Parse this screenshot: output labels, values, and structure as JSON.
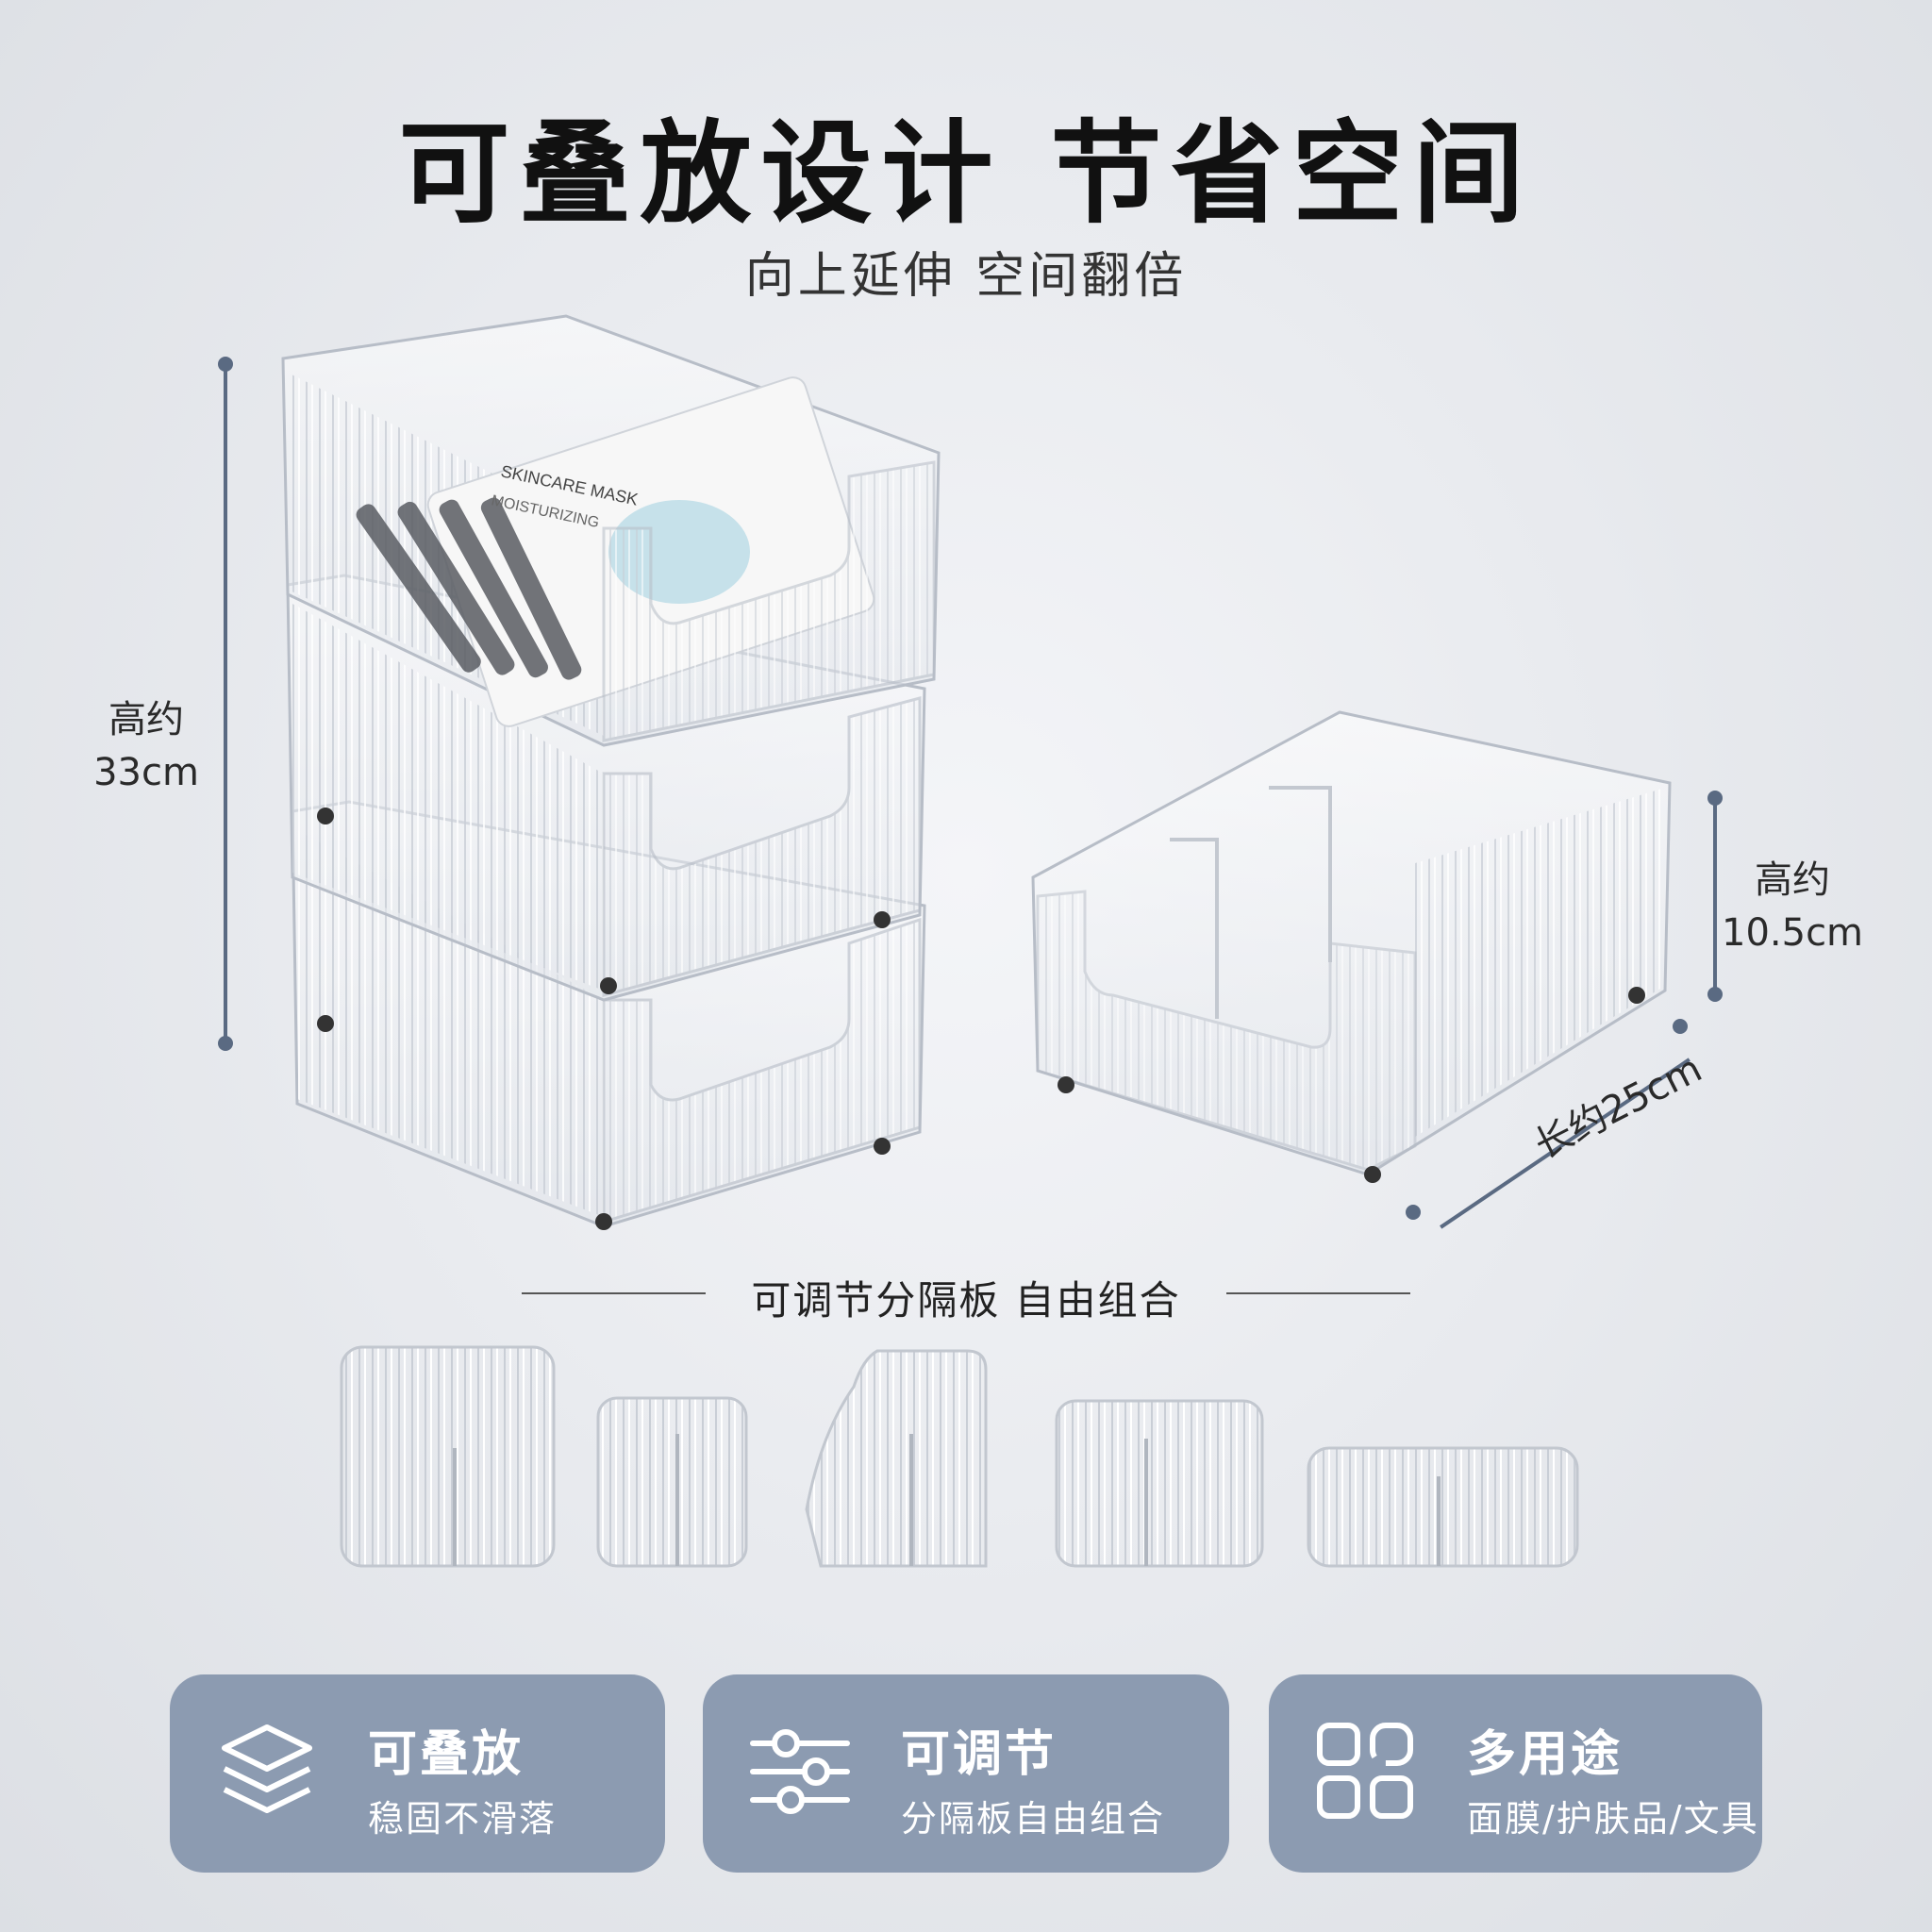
{
  "header": {
    "title": "可叠放设计 节省空间",
    "subtitle": "向上延伸 空间翻倍"
  },
  "dimensions": {
    "stack_height_label": "高约",
    "stack_height_value": "33cm",
    "single_height_label": "高约",
    "single_height_value": "10.5cm",
    "length": "长约25cm"
  },
  "product": {
    "mask_label_line1": "SKINCARE MASK",
    "mask_label_line2": "MOISTURIZING"
  },
  "dividers": {
    "title": "可调节分隔板   自由组合"
  },
  "features": [
    {
      "icon": "layers-icon",
      "title": "可叠放",
      "subtitle": "稳固不滑落"
    },
    {
      "icon": "sliders-icon",
      "title": "可调节",
      "subtitle": "分隔板自由组合"
    },
    {
      "icon": "grid-icon",
      "title": "多用途",
      "subtitle": "面膜/护肤品/文具"
    }
  ],
  "colors": {
    "accent": "#5a6a82",
    "card": "#8c9bb1"
  }
}
